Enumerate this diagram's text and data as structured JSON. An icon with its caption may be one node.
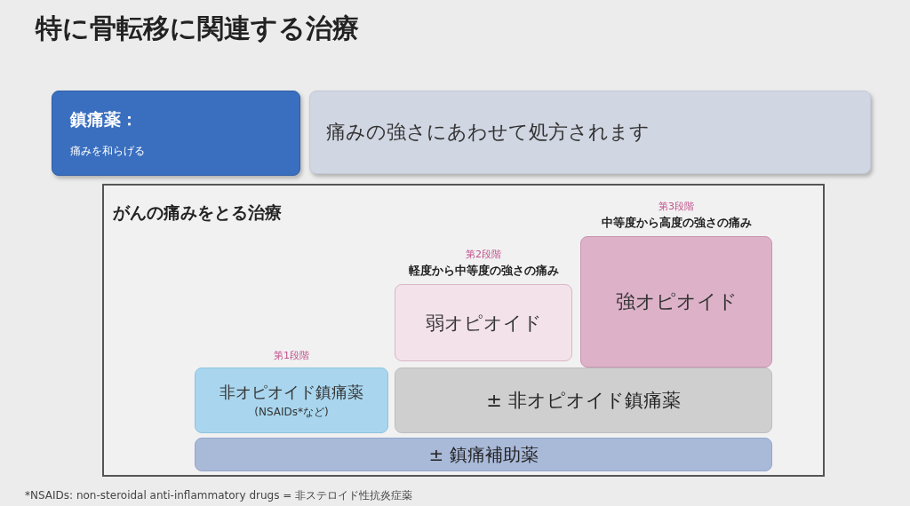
{
  "diagram": {
    "title": "特に骨転移に関連する治療",
    "nodes": [
      {
        "text": [
          "鎮痛薬：",
          "痛みを和らげる"
        ]
      },
      {
        "text": [
          "痛みの強さにあわせて処方されます"
        ]
      },
      {
        "text": [
          "がんの痛みをとる治療"
        ]
      },
      {
        "text": [
          "非オピオイド鎮痛薬",
          "(NSAIDs*など)"
        ],
        "in": 2,
        "beside": [
          "第1段階"
        ]
      },
      {
        "text": [
          "弱オピオイド"
        ],
        "in": 2,
        "beside": [
          "第2段階",
          "軽度から中等度の強さの痛み"
        ]
      },
      {
        "text": [
          "強オピオイド"
        ],
        "in": 2,
        "beside": [
          "第3段階",
          "中等度から高度の強さの痛み"
        ]
      },
      {
        "text": [
          "± 非オピオイド鎮痛薬"
        ],
        "in": 2
      },
      {
        "text": [
          "± 鎮痛補助薬"
        ],
        "in": 2
      }
    ],
    "labels": [
      "*NSAIDs: non-steroidal anti-inflammatory drugs = 非ステロイド性抗炎症薬"
    ]
  }
}
